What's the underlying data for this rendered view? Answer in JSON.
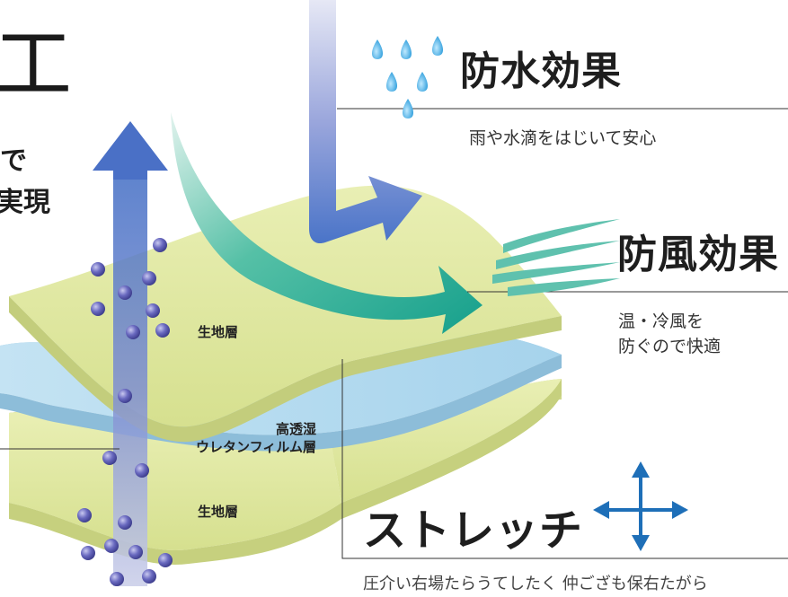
{
  "title_fragment": "工",
  "left_text": [
    "で",
    "実現"
  ],
  "features": {
    "waterproof": {
      "title": "防水効果",
      "desc": "雨や水滴をはじいて安心"
    },
    "windproof": {
      "title": "防風効果",
      "desc_lines": [
        "温・冷風を",
        "防ぐので快適"
      ]
    },
    "stretch": {
      "title": "ストレッチ",
      "desc": "圧介い右場たらうてしたく 仲ござも保右たがら"
    }
  },
  "layers": {
    "top": "生地層",
    "middle_lines": [
      "高透湿",
      "ウレタンフィルム層"
    ],
    "bottom": "生地層"
  },
  "icons": [
    "water-drops-icon",
    "wind-lines-icon",
    "four-way-arrows-icon"
  ],
  "colors": {
    "fabric": "#dfe7a0",
    "film": "#b8dcee",
    "arrow_blue": "#4f74c8",
    "arrow_teal": "#1fa28f",
    "drop": "#2aa4e0",
    "particle": "#5e5fb0",
    "stretch_arrow": "#1e6fb8"
  }
}
